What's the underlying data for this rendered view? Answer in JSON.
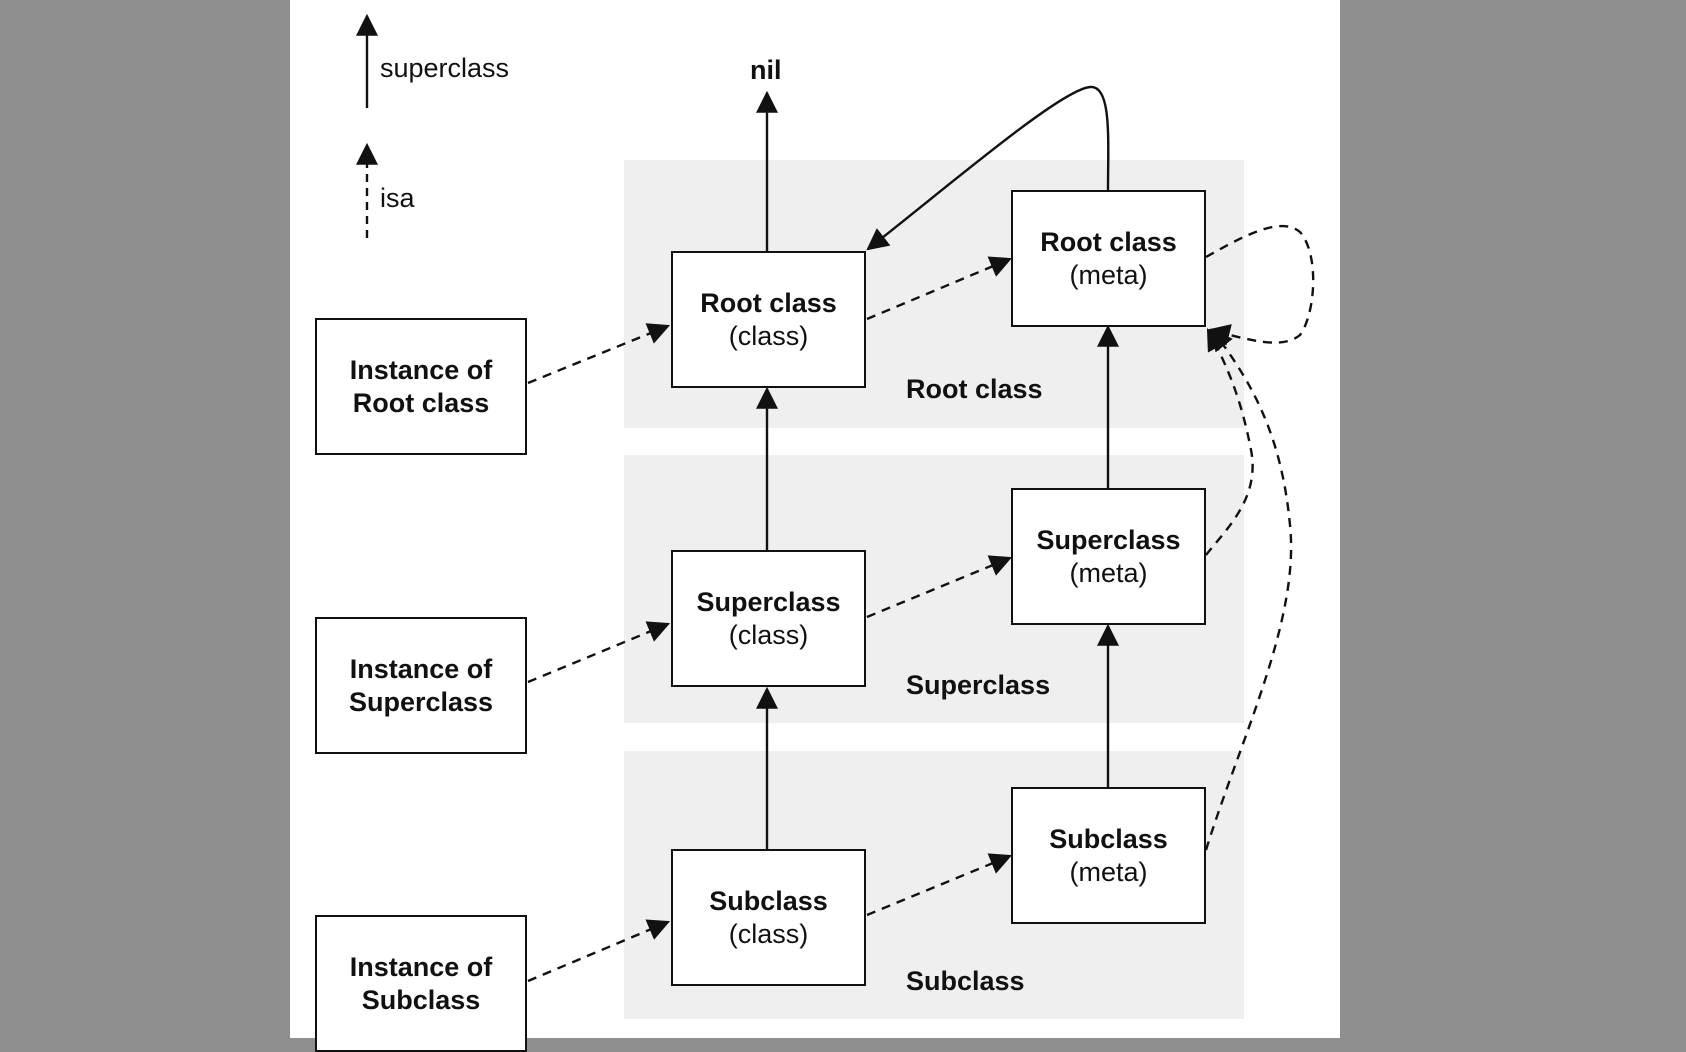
{
  "legend": {
    "superclass_label": "superclass",
    "isa_label": "isa"
  },
  "top_label": "nil",
  "groups": {
    "root": "Root class",
    "superclass": "Superclass",
    "subclass": "Subclass"
  },
  "instances": {
    "root": {
      "line1": "Instance of",
      "line2": "Root class"
    },
    "superclass": {
      "line1": "Instance of",
      "line2": "Superclass"
    },
    "subclass": {
      "line1": "Instance of",
      "line2": "Subclass"
    }
  },
  "classes": {
    "root": {
      "name": "Root class",
      "kind": "(class)"
    },
    "superclass": {
      "name": "Superclass",
      "kind": "(class)"
    },
    "subclass": {
      "name": "Subclass",
      "kind": "(class)"
    }
  },
  "metas": {
    "root": {
      "name": "Root class",
      "kind": "(meta)"
    },
    "superclass": {
      "name": "Superclass",
      "kind": "(meta)"
    },
    "subclass": {
      "name": "Subclass",
      "kind": "(meta)"
    }
  },
  "colors": {
    "page_background": "#8f8f8f",
    "paper": "#ffffff",
    "group_band": "#efefef",
    "stroke": "#111111"
  }
}
